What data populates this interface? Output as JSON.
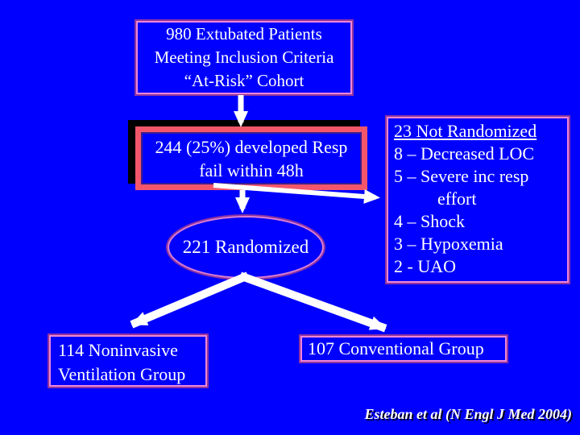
{
  "slide": {
    "citation": "Esteban et al (N Engl J Med 2004)"
  },
  "flowchart": {
    "cohort_box": {
      "line1": "980 Extubated Patients",
      "line2": "Meeting Inclusion Criteria",
      "line3": "“At-Risk” Cohort"
    },
    "resp_fail_box": {
      "line1": "244 (25%) developed Resp",
      "line2": "fail within 48h"
    },
    "not_randomized_box": {
      "lines": [
        "23 Not Randomized",
        "8 – Decreased LOC",
        "5 – Severe inc resp",
        "effort",
        "4 – Shock",
        "3 – Hypoxemia",
        "2 - UAO"
      ]
    },
    "randomized_ellipse": {
      "label": "221 Randomized"
    },
    "niv_box": {
      "line1": "114 Noninvasive",
      "line2": "Ventilation Group"
    },
    "conventional_box": {
      "label": "107 Conventional Group"
    }
  },
  "colors": {
    "background": "#0000ff",
    "text": "#ffffff",
    "pink_border_inner": "#ef86d8",
    "pink_border_outer": "#90359f",
    "red_border": "#f3566b",
    "red_border_inner_line": "#3a1d8f",
    "shadow": "#000000",
    "arrow": "#ffffff"
  }
}
